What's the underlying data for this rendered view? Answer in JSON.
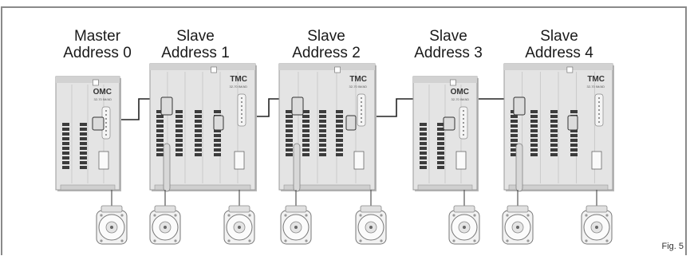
{
  "figure_label": "Fig. 5",
  "units": [
    {
      "line1": "Master",
      "line2": "Address 0",
      "model": "OMC",
      "subtext": "32-70 IM/AD",
      "kind": "master"
    },
    {
      "line1": "Slave",
      "line2": "Address 1",
      "model": "TMC",
      "subtext": "32-70 IM/AD",
      "kind": "slave"
    },
    {
      "line1": "Slave",
      "line2": "Address 2",
      "model": "TMC",
      "subtext": "32-70 IM/AD",
      "kind": "slave"
    },
    {
      "line1": "Slave",
      "line2": "Address 3",
      "model": "OMC",
      "subtext": "32-70 IM/AD",
      "kind": "slave-small"
    },
    {
      "line1": "Slave",
      "line2": "Address 4",
      "model": "TMC",
      "subtext": "32-70 IM/AD",
      "kind": "slave"
    }
  ],
  "colors": {
    "frame": "#8a8a8a",
    "module_body": "#e4e4e4",
    "module_edge": "#9a9a9a",
    "cable": "#222222",
    "motor": "#f2f2f2"
  },
  "icons": [
    "controller-module",
    "servo-motor-icon",
    "network-cable"
  ]
}
